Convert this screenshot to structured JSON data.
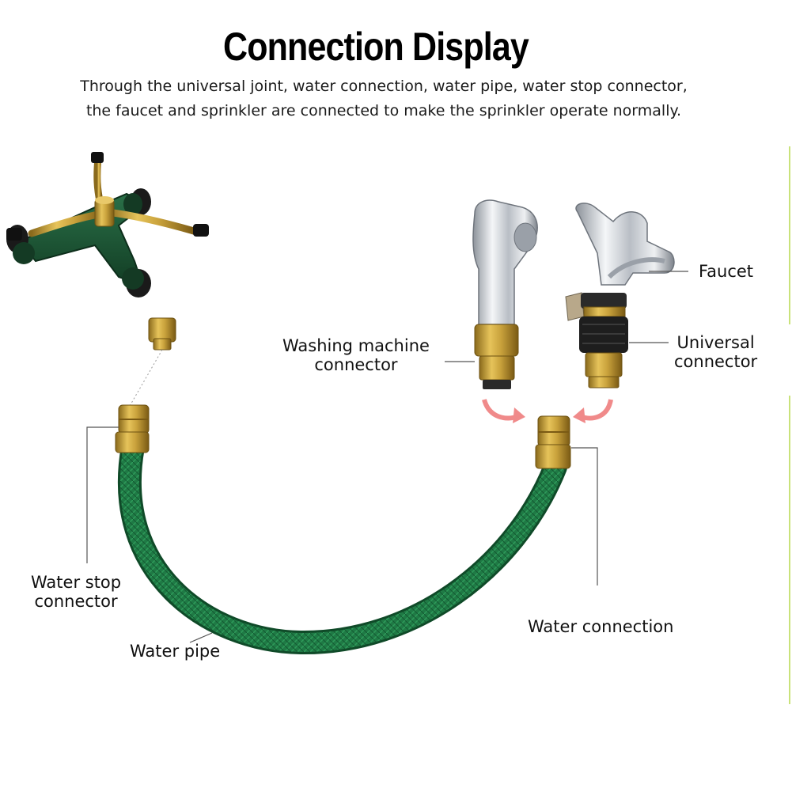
{
  "title": "Connection Display",
  "subtitle": {
    "line1": "Through the universal joint, water connection, water pipe, water stop connector,",
    "line2": "the faucet and sprinkler are connected to make the sprinkler operate normally."
  },
  "labels": {
    "faucet": "Faucet",
    "universal_connector": [
      "Universal",
      "connector"
    ],
    "washing_machine_connector": [
      "Washing machine",
      "connector"
    ],
    "water_stop_connector": [
      "Water stop",
      "connector"
    ],
    "water_pipe": "Water pipe",
    "water_connection": "Water connection"
  },
  "colors": {
    "hose_green": "#1f7a45",
    "sprinkler_green": "#1d5a35",
    "brass": "#c9a23c",
    "chrome": "#c8ccd2",
    "arrow_red": "#f08a8a",
    "leader_line": "#555555"
  }
}
